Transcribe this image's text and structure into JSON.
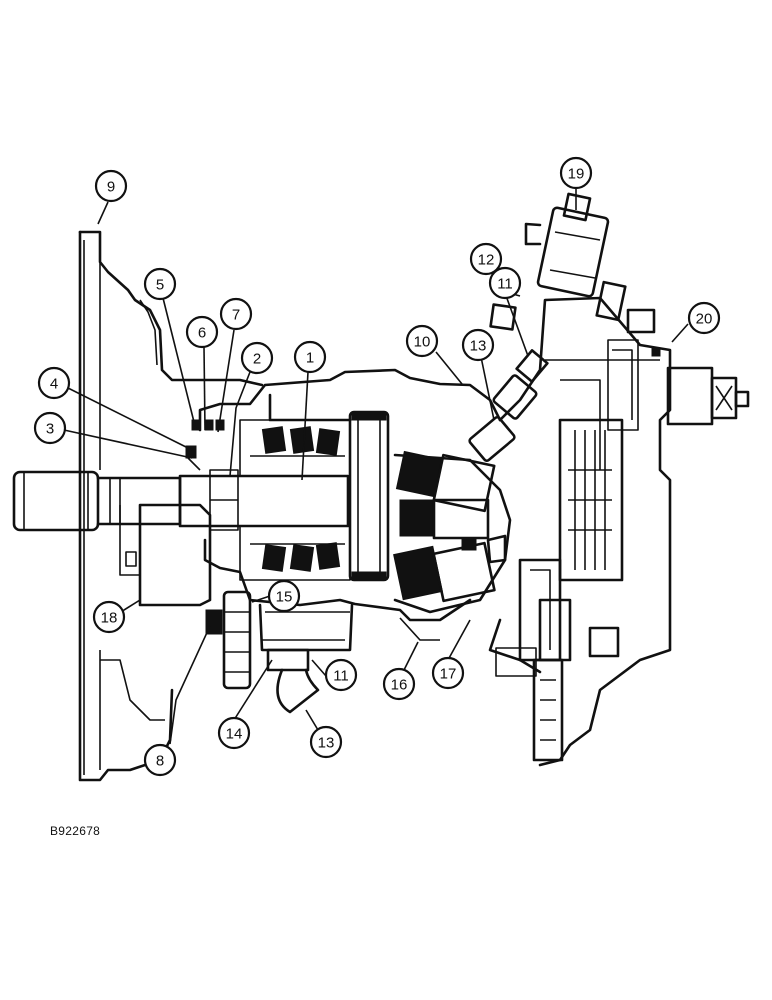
{
  "figure_code": "B922678",
  "callouts": [
    {
      "id": "c1",
      "label": "1"
    },
    {
      "id": "c2",
      "label": "2"
    },
    {
      "id": "c3",
      "label": "3"
    },
    {
      "id": "c4",
      "label": "4"
    },
    {
      "id": "c5",
      "label": "5"
    },
    {
      "id": "c6",
      "label": "6"
    },
    {
      "id": "c7",
      "label": "7"
    },
    {
      "id": "c8",
      "label": "8"
    },
    {
      "id": "c9",
      "label": "9"
    },
    {
      "id": "c10",
      "label": "10"
    },
    {
      "id": "c11a",
      "label": "11"
    },
    {
      "id": "c11b",
      "label": "11"
    },
    {
      "id": "c12",
      "label": "12"
    },
    {
      "id": "c13a",
      "label": "13"
    },
    {
      "id": "c13b",
      "label": "13"
    },
    {
      "id": "c14",
      "label": "14"
    },
    {
      "id": "c15",
      "label": "15"
    },
    {
      "id": "c16",
      "label": "16"
    },
    {
      "id": "c17",
      "label": "17"
    },
    {
      "id": "c18",
      "label": "18"
    },
    {
      "id": "c19",
      "label": "19"
    },
    {
      "id": "c20",
      "label": "20"
    }
  ]
}
